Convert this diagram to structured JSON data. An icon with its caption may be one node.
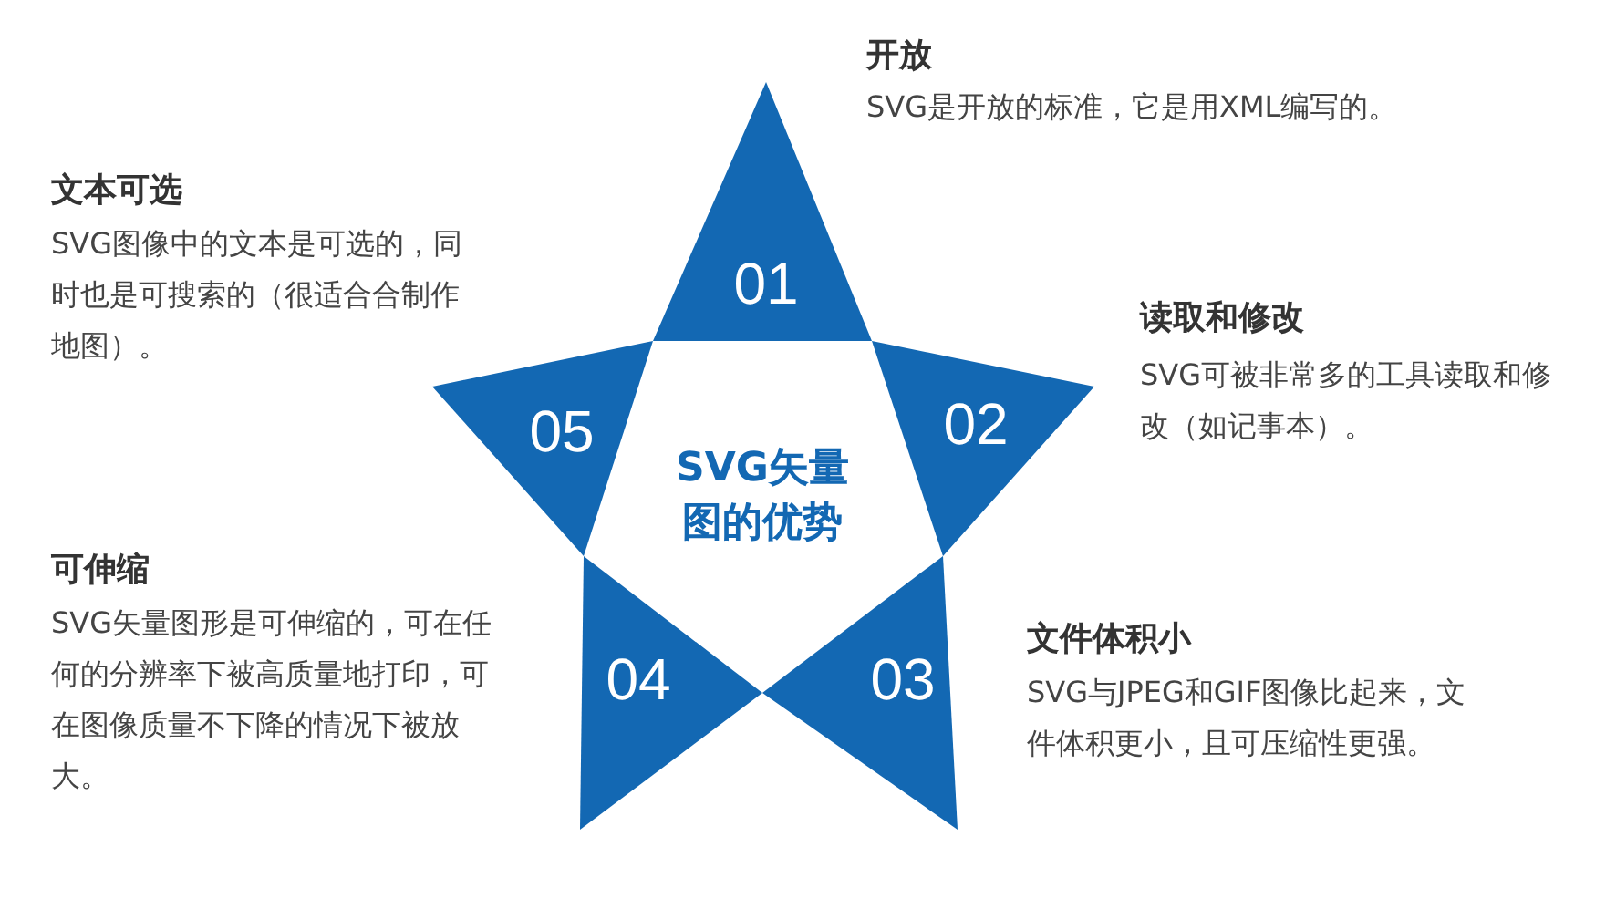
{
  "diagram": {
    "nodes": [
      {
        "text": [
          "SVG矢量图的优势"
        ]
      },
      {
        "text": [
          "01"
        ],
        "beside": [
          "开放",
          "SVG是开放的标准，它是用XML编写的。"
        ]
      },
      {
        "text": [
          "02"
        ],
        "beside": [
          "读取和修改",
          "SVG可被非常多的工具读取和修改（如记事本）。"
        ]
      },
      {
        "text": [
          "03"
        ],
        "beside": [
          "文件体积小",
          "SVG与JPEG和GIF图像比起来，文件体积更小，且可压缩性更强。"
        ]
      },
      {
        "text": [
          "04"
        ],
        "beside": [
          "可伸缩",
          "SVG矢量图形是可伸缩的，可在任何的分辨率下被高质量地打印，可在图像质量不下降的情况下被放大。"
        ]
      },
      {
        "text": [
          "05"
        ],
        "beside": [
          "文本可选",
          "SVG图像中的文本是可选的，同时也是可搜索的（很适合合制作地图）。"
        ]
      }
    ],
    "edges": []
  }
}
